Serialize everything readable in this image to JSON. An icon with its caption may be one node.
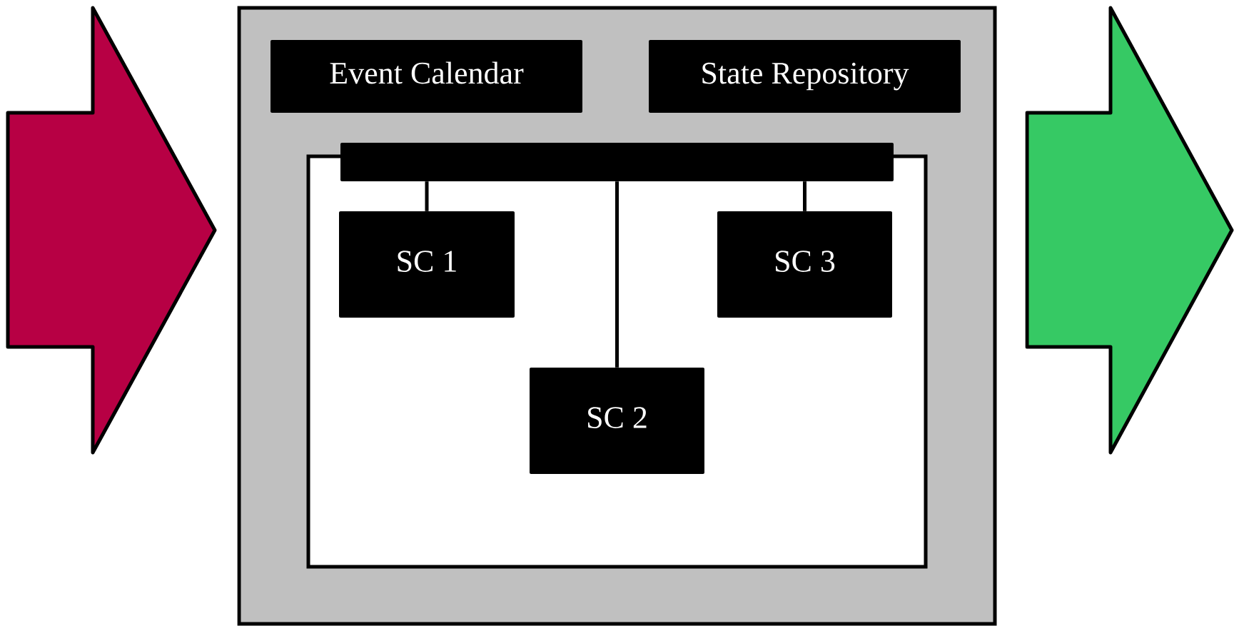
{
  "diagram": {
    "nodes": [
      {
        "text": [],
        "shape": "arrow"
      },
      {
        "text": [],
        "shape": "box"
      },
      {
        "text": [
          "Event Calendar"
        ],
        "in": 1
      },
      {
        "text": [
          "State Repository"
        ],
        "in": 1
      },
      {
        "text": [],
        "shape": "box",
        "in": 1
      },
      {
        "text": [],
        "shape": "bar",
        "in": 1
      },
      {
        "text": [
          "SC 1"
        ],
        "in": 4
      },
      {
        "text": [
          "SC 3"
        ],
        "in": 4
      },
      {
        "text": [
          "SC 2"
        ],
        "in": 4
      },
      {
        "text": [],
        "shape": "arrow"
      }
    ],
    "edges": [
      {
        "from": 5,
        "to": 6,
        "arrow": "none"
      },
      {
        "from": 5,
        "to": 8,
        "arrow": "none"
      },
      {
        "from": 5,
        "to": 7,
        "arrow": "none"
      }
    ]
  }
}
